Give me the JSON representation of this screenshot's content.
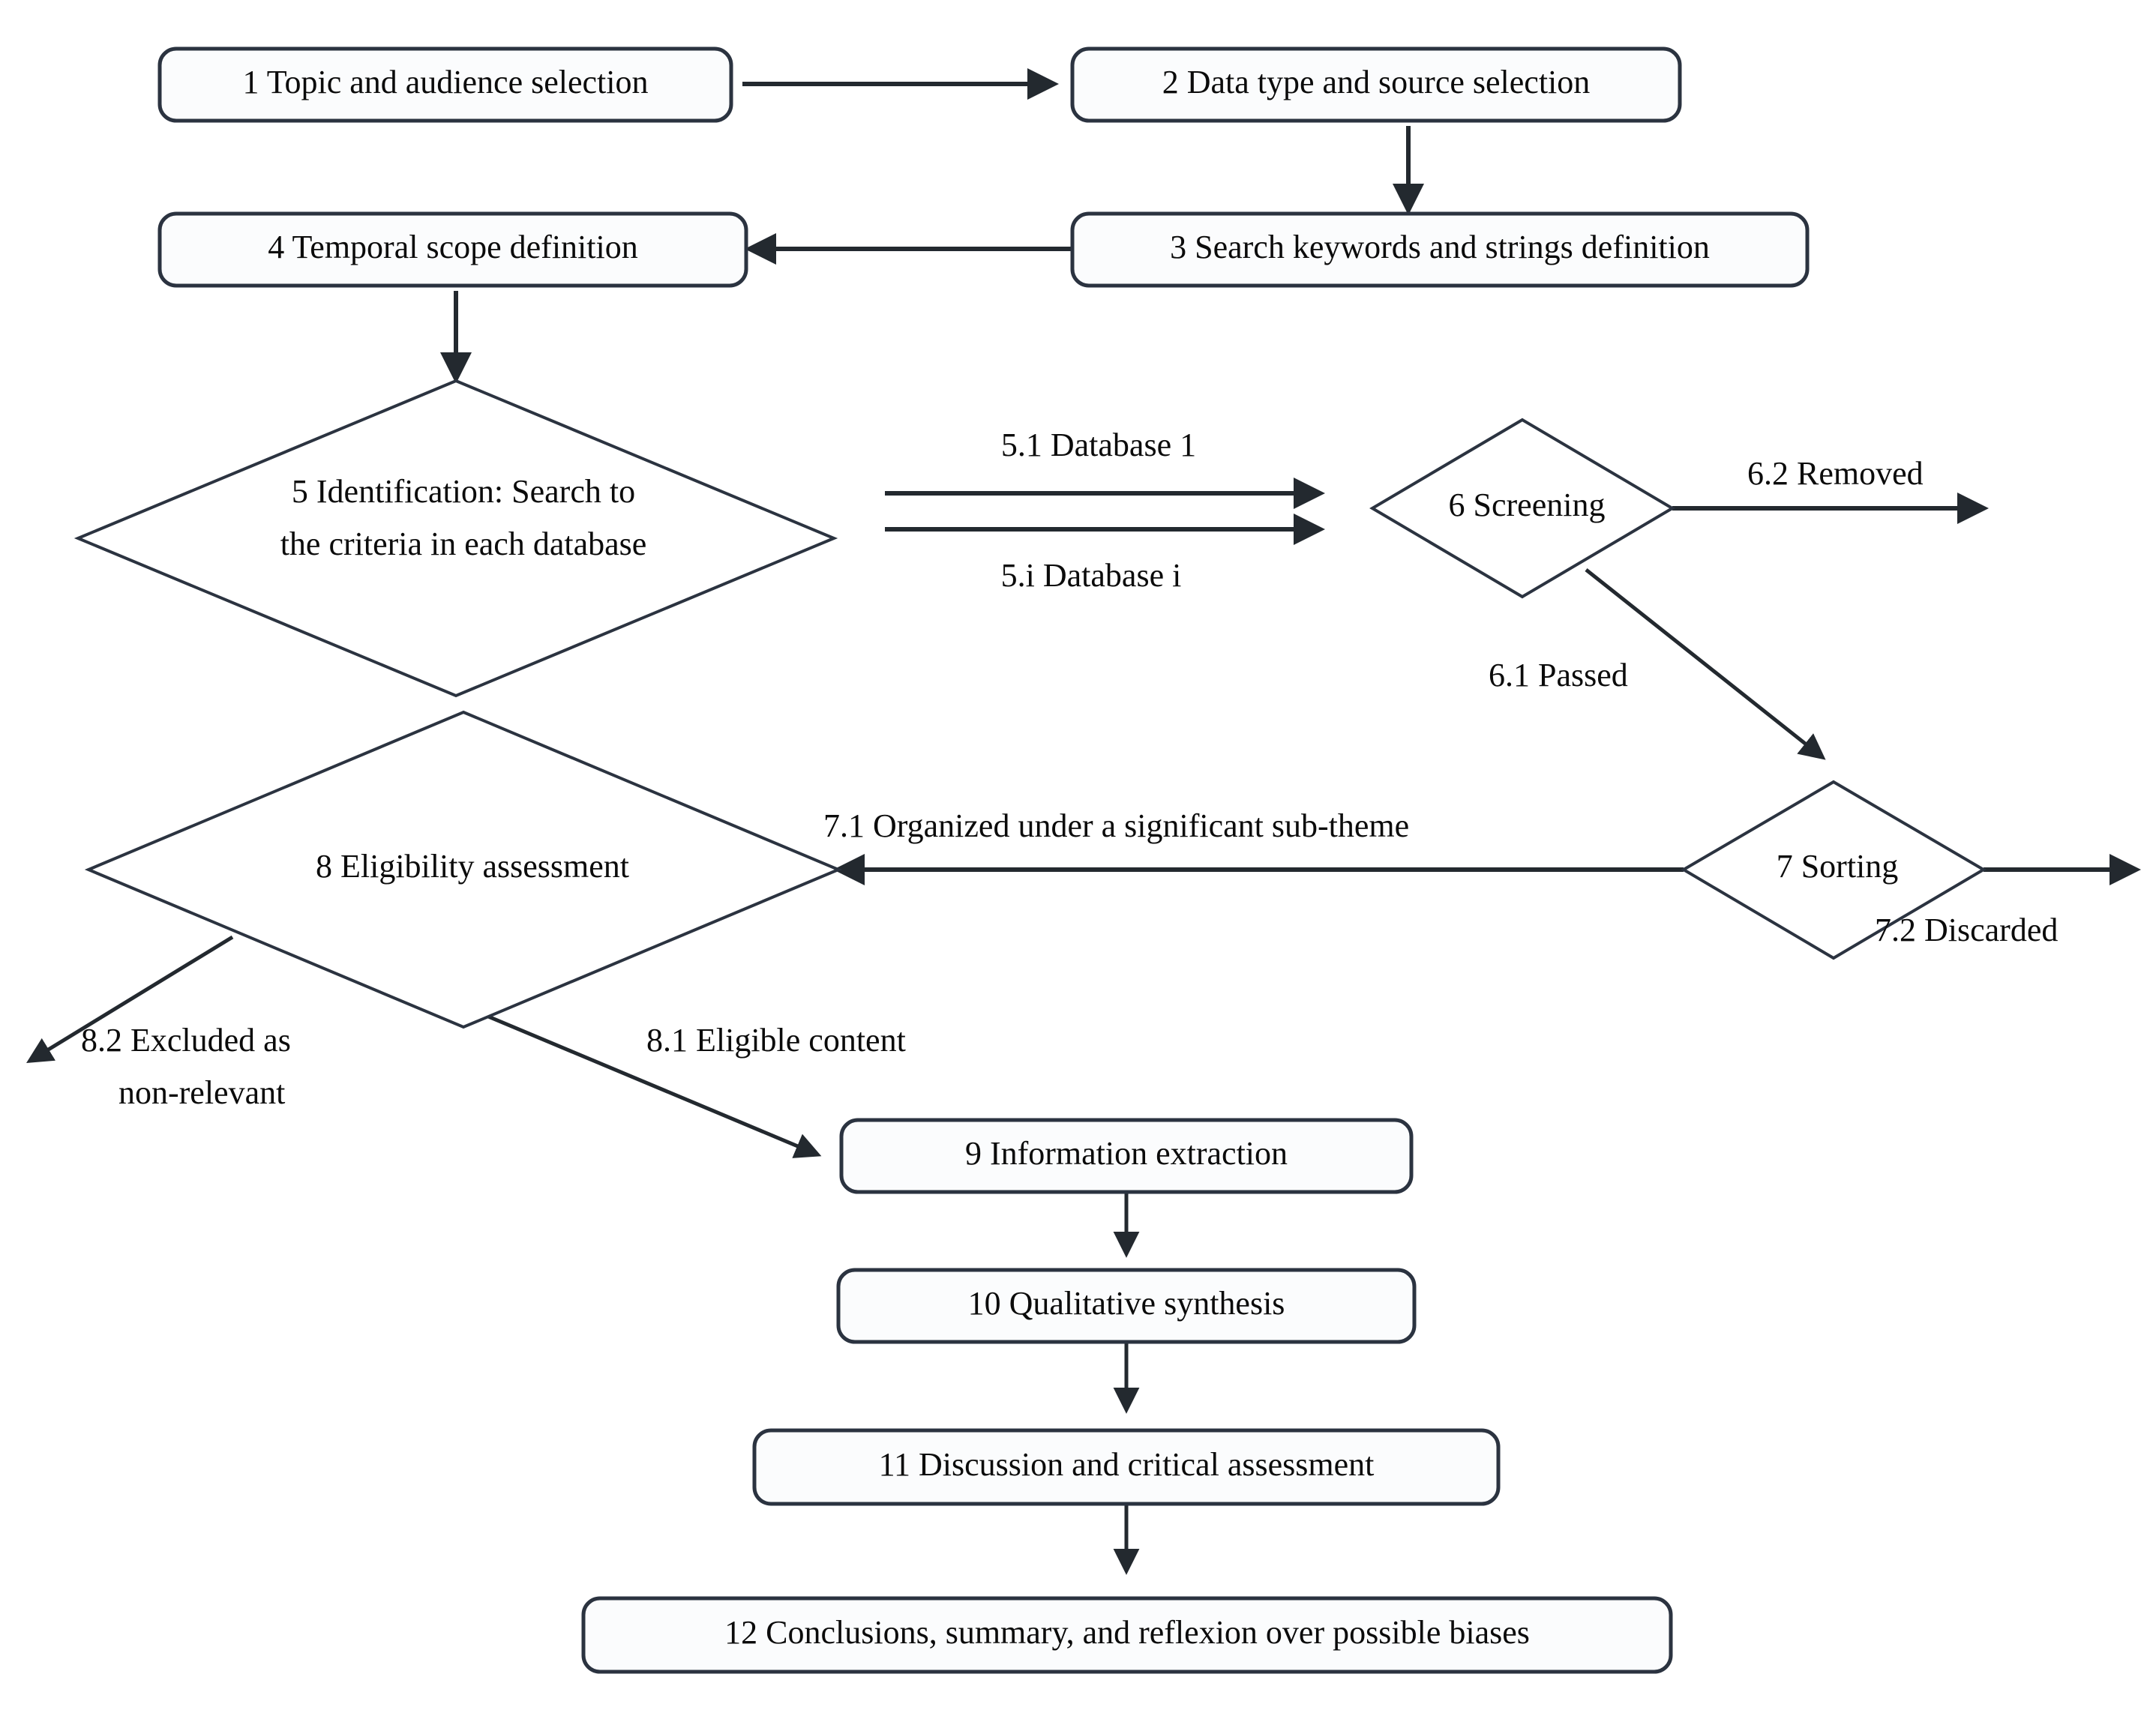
{
  "diagram": {
    "type": "flowchart",
    "title": "Systematic literature review methodology flowchart",
    "colors": {
      "stroke": "#2b3340",
      "box_fill": "#fbfcfd",
      "diamond_fill": "#ffffff",
      "text": "#0b0b0b",
      "background": "#ffffff"
    },
    "nodes": [
      {
        "id": "n1",
        "shape": "rounded-rect",
        "label": "1 Topic and audience selection"
      },
      {
        "id": "n2",
        "shape": "rounded-rect",
        "label": "2 Data type and source selection"
      },
      {
        "id": "n3",
        "shape": "rounded-rect",
        "label": "3 Search keywords and strings definition"
      },
      {
        "id": "n4",
        "shape": "rounded-rect",
        "label": "4 Temporal scope definition"
      },
      {
        "id": "n5",
        "shape": "diamond",
        "label_line1": "5  Identification:  Search  to",
        "label_line2": "the criteria in each database"
      },
      {
        "id": "n6",
        "shape": "diamond",
        "label": "6 Screening"
      },
      {
        "id": "n7",
        "shape": "diamond",
        "label": "7 Sorting"
      },
      {
        "id": "n8",
        "shape": "diamond",
        "label": "8 Eligibility assessment"
      },
      {
        "id": "n9",
        "shape": "rounded-rect",
        "label": "9 Information extraction"
      },
      {
        "id": "n10",
        "shape": "rounded-rect",
        "label": "10 Qualitative synthesis"
      },
      {
        "id": "n11",
        "shape": "rounded-rect",
        "label": "11 Discussion and critical assessment"
      },
      {
        "id": "n12",
        "shape": "rounded-rect",
        "label": "12 Conclusions, summary, and reflexion over possible biases"
      }
    ],
    "edge_labels": {
      "db1": "5.1 Database 1",
      "dbi": "5.i Database i",
      "removed": "6.2 Removed",
      "passed": "6.1 Passed",
      "organized": "7.1 Organized under a significant sub-theme",
      "discarded": "7.2 Discarded",
      "excluded_line1": "8.2  Excluded  as",
      "excluded_line2": "non-relevant",
      "eligible": "8.1 Eligible content"
    },
    "edges": [
      {
        "from": "n1",
        "to": "n2",
        "label": ""
      },
      {
        "from": "n2",
        "to": "n3",
        "label": ""
      },
      {
        "from": "n3",
        "to": "n4",
        "label": ""
      },
      {
        "from": "n4",
        "to": "n5",
        "label": ""
      },
      {
        "from": "n5",
        "to": "n6",
        "label": "5.1 Database 1"
      },
      {
        "from": "n5",
        "to": "n6",
        "label": "5.i Database i"
      },
      {
        "from": "n6",
        "to": "out",
        "label": "6.2 Removed"
      },
      {
        "from": "n6",
        "to": "n7",
        "label": "6.1 Passed"
      },
      {
        "from": "n7",
        "to": "n8",
        "label": "7.1 Organized under a significant sub-theme"
      },
      {
        "from": "n7",
        "to": "out",
        "label": "7.2 Discarded"
      },
      {
        "from": "n8",
        "to": "out",
        "label": "8.2 Excluded as non-relevant"
      },
      {
        "from": "n8",
        "to": "n9",
        "label": "8.1 Eligible content"
      },
      {
        "from": "n9",
        "to": "n10",
        "label": ""
      },
      {
        "from": "n10",
        "to": "n11",
        "label": ""
      },
      {
        "from": "n11",
        "to": "n12",
        "label": ""
      }
    ]
  }
}
